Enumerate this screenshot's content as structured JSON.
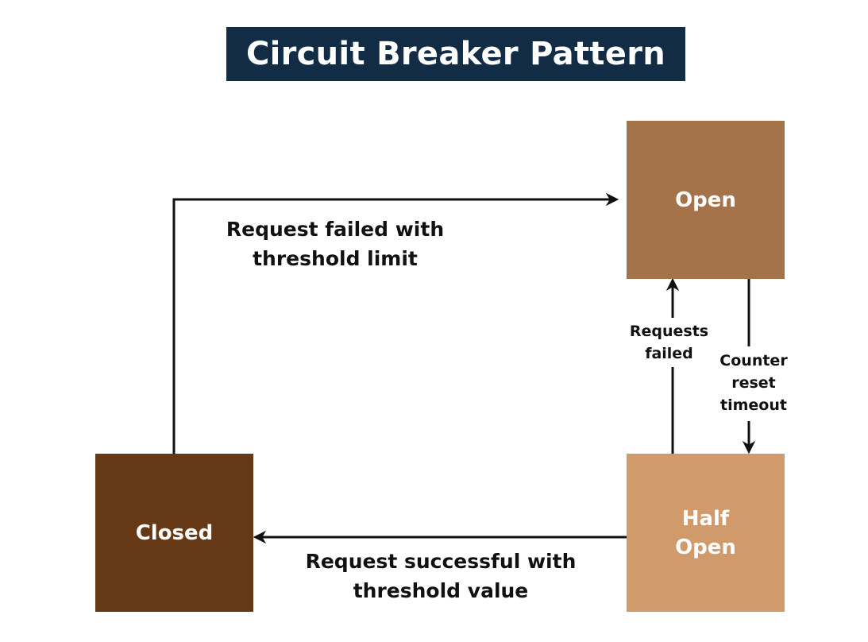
{
  "title": "Circuit Breaker Pattern",
  "states": {
    "open": "Open",
    "half_open": "Half\nOpen",
    "closed": "Closed"
  },
  "transitions": {
    "closed_to_open": "Request failed with\nthreshold limit",
    "half_open_to_closed": "Request successful with\nthreshold value",
    "half_open_to_open": "Requests\nfailed",
    "open_to_half_open": "Counter\nreset\ntimeout"
  },
  "colors": {
    "title_bg": "#112c44",
    "open": "#a4734a",
    "half_open": "#d09a6b",
    "closed": "#663916",
    "arrow": "#111111"
  }
}
